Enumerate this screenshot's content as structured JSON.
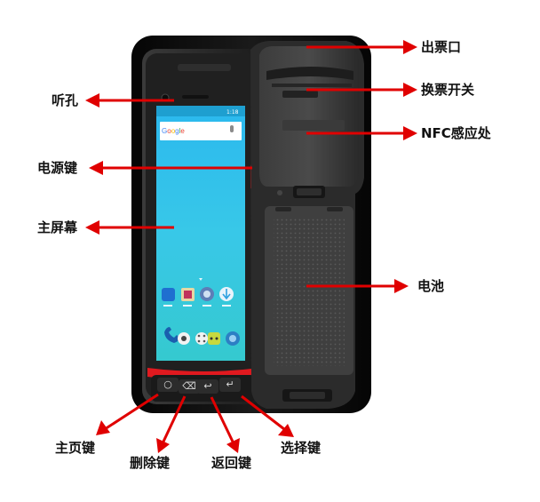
{
  "labels": {
    "ticket_outlet": "出票口",
    "ticket_switch": "换票开关",
    "nfc_area": "NFC感应处",
    "earpiece": "听孔",
    "power_key": "电源键",
    "main_screen": "主屏幕",
    "battery": "电池",
    "home_key": "主页键",
    "delete_key": "删除键",
    "back_key": "返回键",
    "select_key": "选择键"
  },
  "screen": {
    "status_time": "1:18",
    "search_logo": [
      "G",
      "o",
      "o",
      "g",
      "l",
      "e"
    ],
    "logo_colors": [
      "#4285f4",
      "#ea4335",
      "#fbbc05",
      "#4285f4",
      "#34a853",
      "#ea4335"
    ]
  },
  "colors": {
    "arrow": "#e00000",
    "device_body": "#2b2b2b",
    "accent_red": "#e0191f",
    "screen_top": "#2fc6ee",
    "screen_bottom": "#35c9cf"
  },
  "icons": {
    "home": "circle-icon",
    "delete": "delete-icon",
    "back": "back-arrow-icon",
    "select": "enter-icon"
  }
}
